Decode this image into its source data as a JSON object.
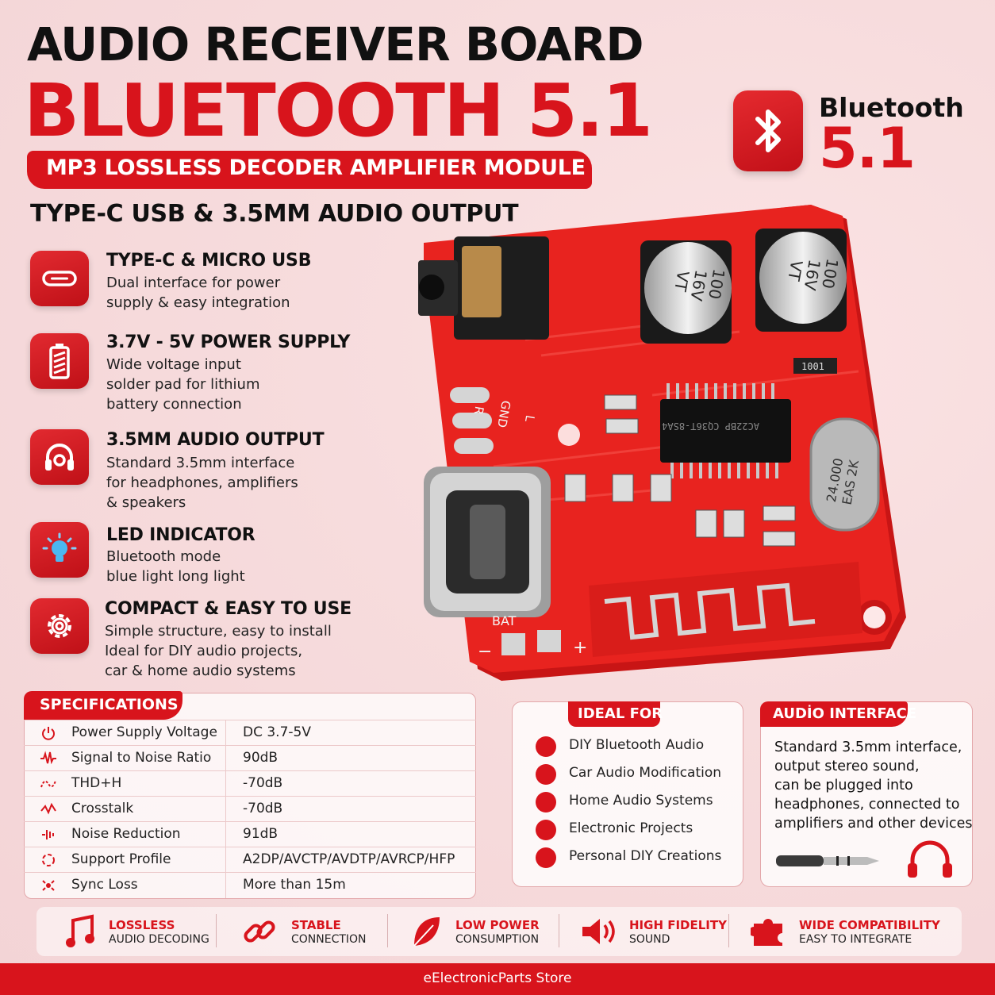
{
  "header": {
    "line1": "AUDIO RECEIVER BOARD",
    "line2": "BLUETOOTH 5.1",
    "ribbon": "MP3 LOSSLESS DECODER AMPLIFIER MODULE",
    "line3": "TYPE-C USB & 3.5MM AUDIO OUTPUT"
  },
  "badge": {
    "word": "Bluetooth",
    "version": "5.1",
    "icon": "bluetooth-icon"
  },
  "colors": {
    "accent": "#d8141c",
    "pcb": "#e8231f",
    "background": "#f7dcdd"
  },
  "features": [
    {
      "title": "TYPE-C & MICRO USB",
      "lines": [
        "Dual interface for power",
        "supply & easy integration"
      ],
      "icon": "usb-c-icon"
    },
    {
      "title": "3.7V - 5V POWER SUPPLY",
      "lines": [
        "Wide voltage input",
        "solder pad for lithium",
        "battery connection"
      ],
      "icon": "battery-icon"
    },
    {
      "title": "3.5MM AUDIO OUTPUT",
      "lines": [
        "Standard 3.5mm interface",
        "for headphones, amplifiers",
        "& speakers"
      ],
      "icon": "headphones-icon"
    },
    {
      "title": "LED INDICATOR",
      "lines": [
        "Bluetooth mode",
        "blue light long light"
      ],
      "icon": "bulb-icon"
    },
    {
      "title": "COMPACT & EASY TO USE",
      "lines": [
        "Simple structure, easy to install",
        "Ideal for DIY audio projects,",
        "car & home audio systems"
      ],
      "icon": "gear-icon"
    }
  ],
  "board": {
    "cap1": [
      "100",
      "16V",
      "VT"
    ],
    "cap2": [
      "100",
      "16V",
      "VT"
    ],
    "chip": "AC22BP CQ36T-8SA4",
    "crystal": [
      "24.000",
      "EAS 2K"
    ],
    "resistor": "1001",
    "pads": [
      "L",
      "GND",
      "R"
    ],
    "bat": "BAT",
    "minus": "−",
    "plus": "+"
  },
  "specs": {
    "title": "SPECIFICATIONS",
    "rows": [
      {
        "key": "Power Supply Voltage",
        "value": "DC 3.7-5V",
        "icon": "power-icon"
      },
      {
        "key": "Signal to Noise Ratio",
        "value": "90dB",
        "icon": "waveform-icon"
      },
      {
        "key": "THD+H",
        "value": "-70dB",
        "icon": "thd-icon"
      },
      {
        "key": "Crosstalk",
        "value": "-70dB",
        "icon": "crosstalk-icon"
      },
      {
        "key": "Noise Reduction",
        "value": "91dB",
        "icon": "noise-icon"
      },
      {
        "key": "Support Profile",
        "value": "A2DP/AVCTP/AVDTP/AVRCP/HFP",
        "icon": "profile-icon"
      },
      {
        "key": "Sync Loss",
        "value": "More than 15m",
        "icon": "sync-icon"
      }
    ]
  },
  "ideal": {
    "title": "IDEAL FOR",
    "items": [
      {
        "label": "DIY Bluetooth Audio",
        "icon": "bluetooth-icon"
      },
      {
        "label": "Car Audio Modification",
        "icon": "car-icon"
      },
      {
        "label": "Home Audio Systems",
        "icon": "speaker-icon"
      },
      {
        "label": "Electronic Projects",
        "icon": "chip-icon"
      },
      {
        "label": "Personal DIY Creations",
        "icon": "hand-icon"
      }
    ]
  },
  "audio_interface": {
    "title": "AUDİO INTERFACE",
    "lines": [
      "Standard 3.5mm interface,",
      "output stereo sound,",
      "can be plugged into",
      "headphones, connected to",
      "amplifiers and other devices"
    ]
  },
  "bottom": [
    {
      "t1": "LOSSLESS",
      "t2": "AUDIO DECODING",
      "icon": "music-note-icon"
    },
    {
      "t1": "STABLE",
      "t2": "CONNECTION",
      "icon": "link-icon"
    },
    {
      "t1": "LOW POWER",
      "t2": "CONSUMPTION",
      "icon": "leaf-icon"
    },
    {
      "t1": "HIGH FIDELITY",
      "t2": "SOUND",
      "icon": "speaker-volume-icon"
    },
    {
      "t1": "WIDE COMPATIBILITY",
      "t2": "EASY TO INTEGRATE",
      "icon": "puzzle-icon"
    }
  ],
  "footer": "eElectronicParts Store"
}
